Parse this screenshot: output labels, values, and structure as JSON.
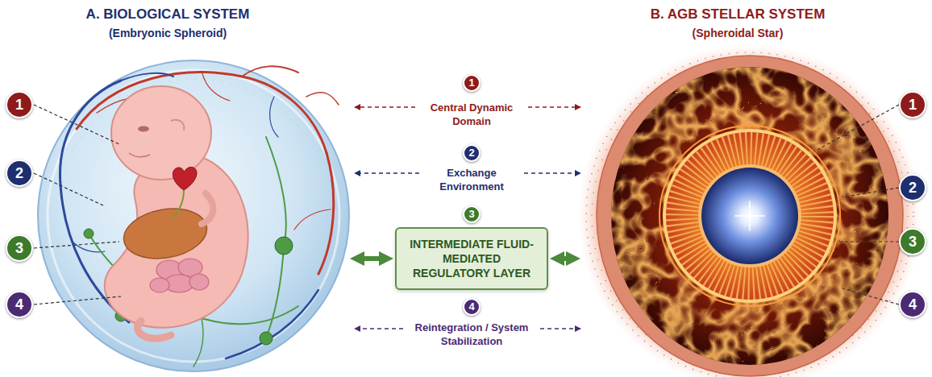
{
  "diagram": {
    "nodes": [
      {
        "text": [
          "A. BIOLOGICAL SYSTEM",
          "(Embryonic Spheroid)"
        ]
      },
      {
        "text": [
          "INTERMEDIATE FLUID-MEDIATED REGULATORY LAYER"
        ]
      },
      {
        "text": [
          "B. AGB STELLAR SYSTEM",
          "(Spheroidal Star)"
        ]
      }
    ],
    "edges": [
      {
        "from": 1,
        "to": 0,
        "arrow": "both"
      },
      {
        "from": 1,
        "to": 2,
        "arrow": "both"
      }
    ],
    "labels": [
      "1",
      "2",
      "3",
      "4",
      "1",
      "Central Dynamic Domain",
      "2",
      "Exchange Environment",
      "3",
      "4",
      "Reintegration / System Stabilization",
      "1",
      "2",
      "3",
      "4"
    ]
  }
}
